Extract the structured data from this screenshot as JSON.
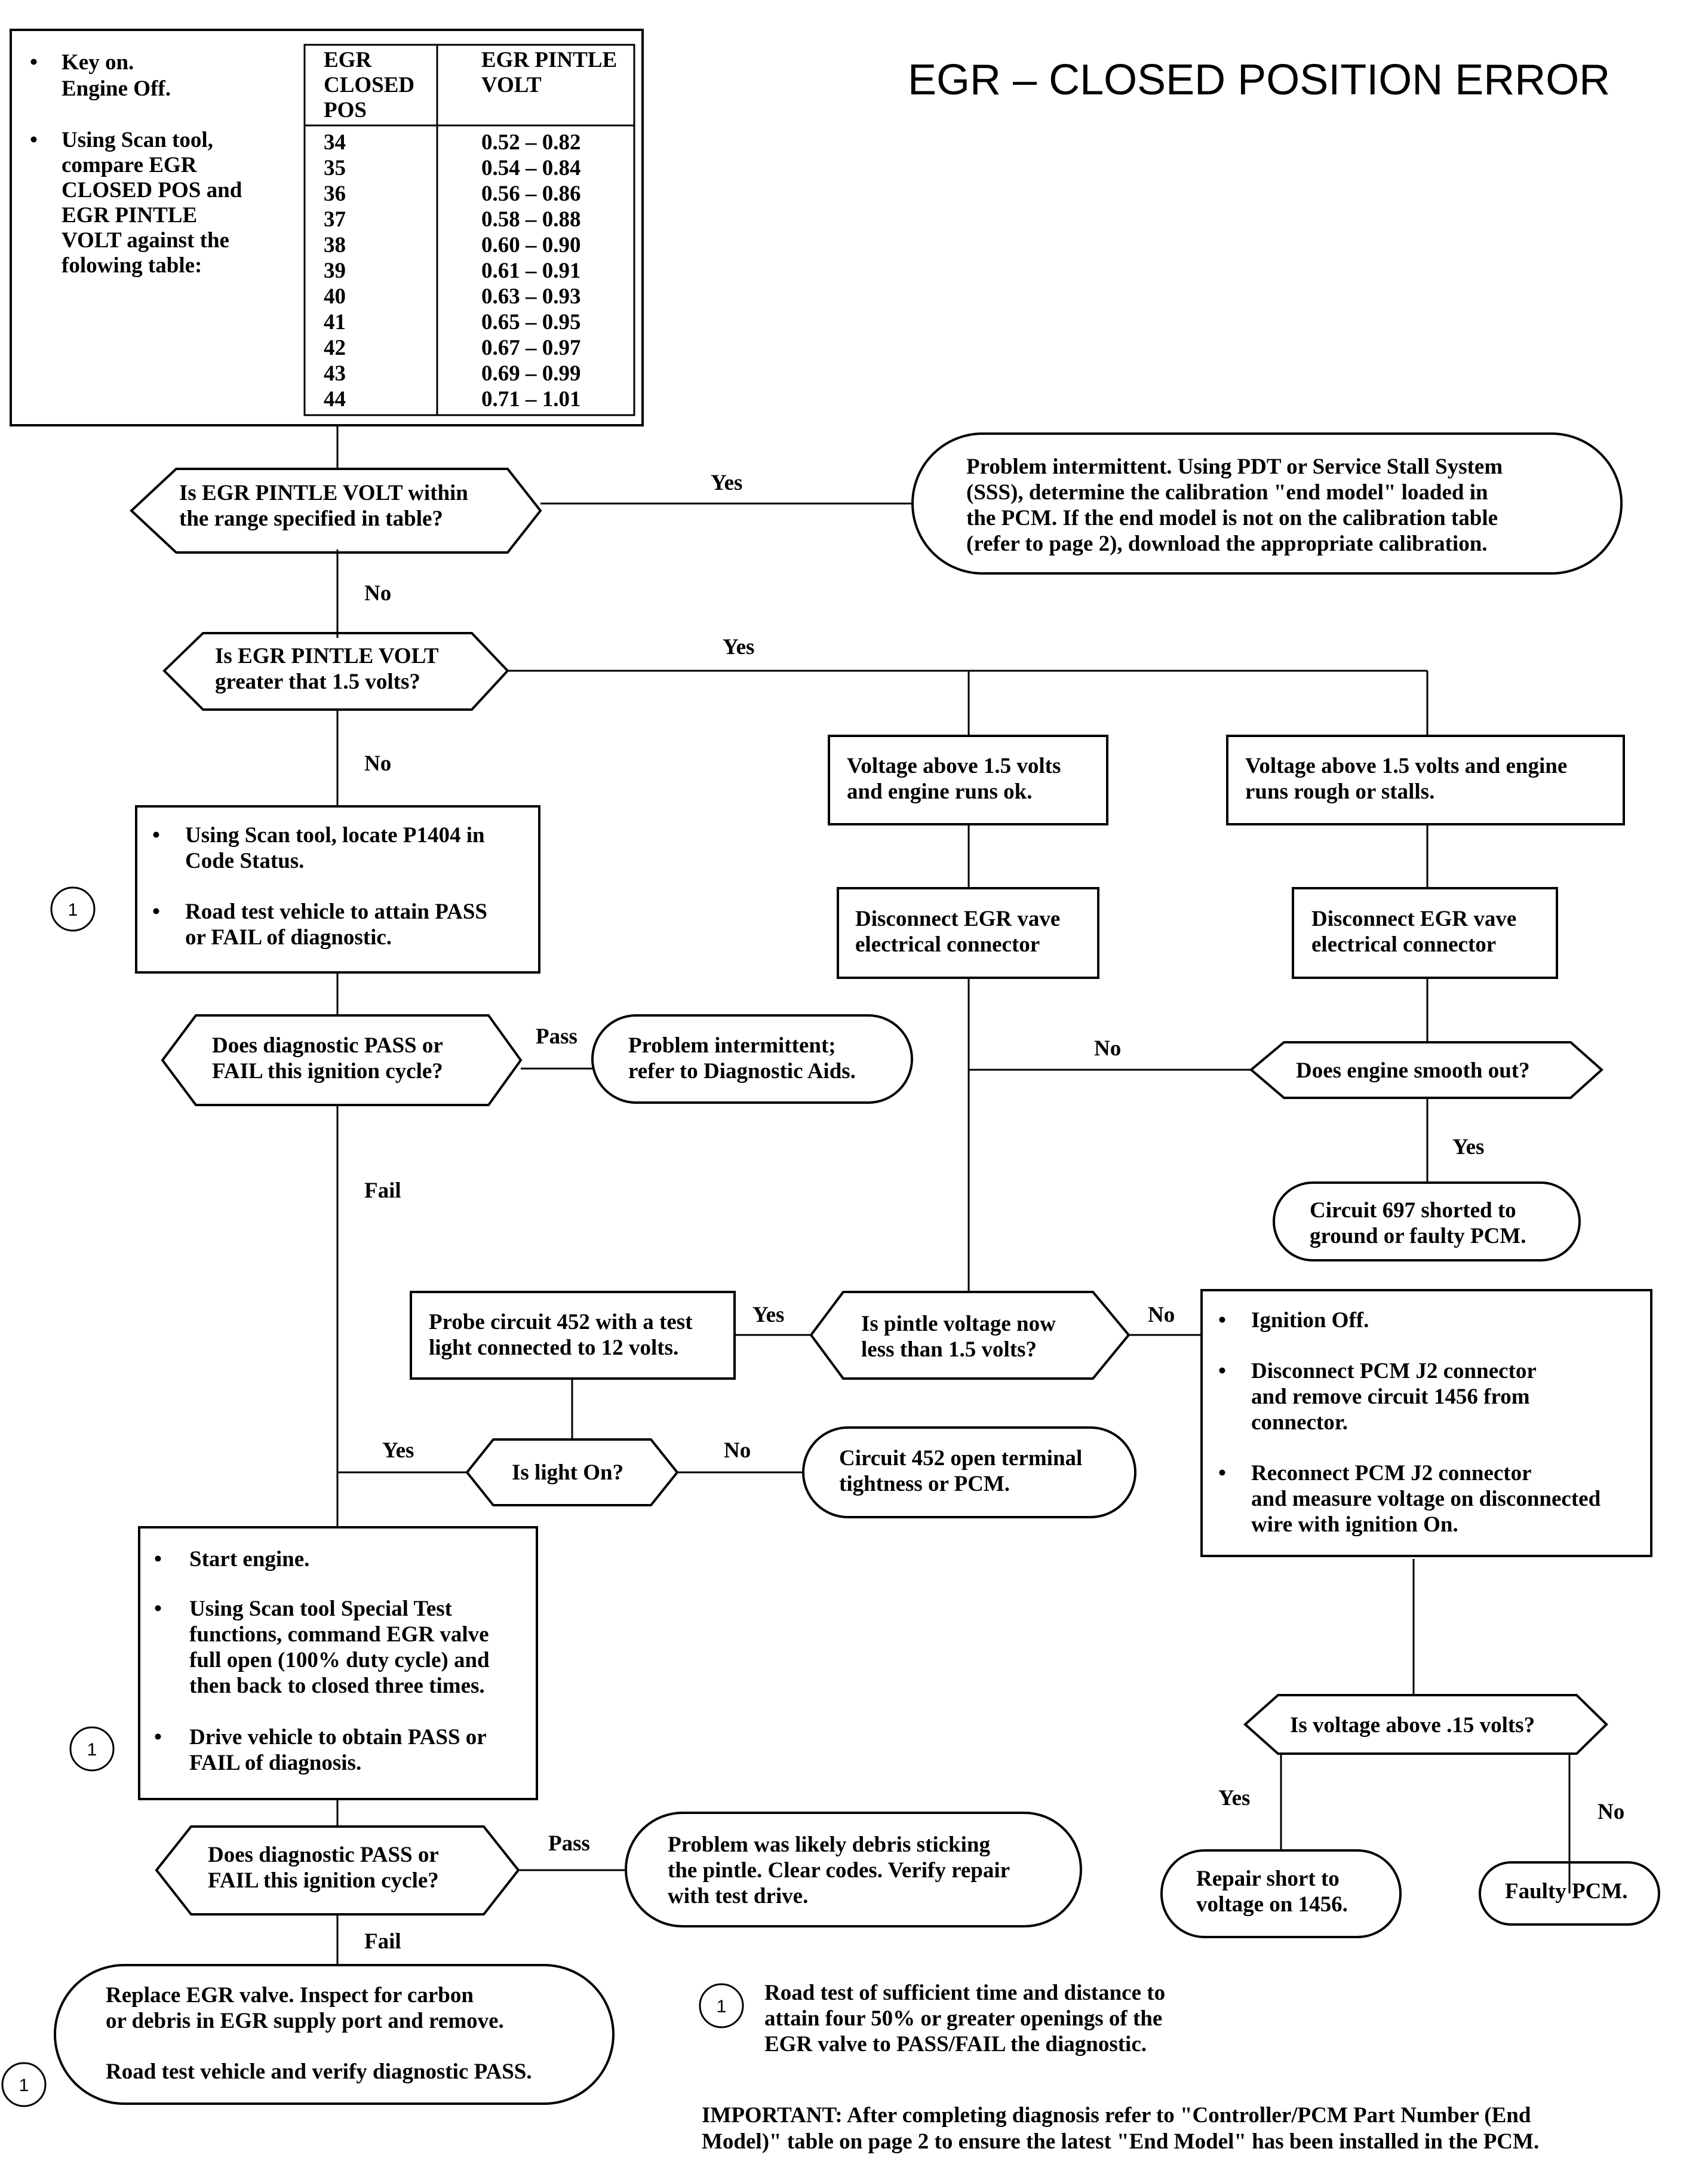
{
  "title": "EGR – CLOSED POSITION ERROR",
  "start_box": {
    "bullets": [
      [
        "Key on.",
        "Engine Off."
      ],
      [
        "Using Scan tool,",
        "compare EGR",
        "CLOSED POS and",
        "EGR PINTLE",
        "VOLT against the",
        "folowing table:"
      ]
    ],
    "table": {
      "header_left": [
        "EGR",
        "CLOSED",
        "POS"
      ],
      "header_right": [
        "EGR PINTLE",
        "VOLT"
      ],
      "rows": [
        [
          "34",
          "0.52 – 0.82"
        ],
        [
          "35",
          "0.54 – 0.84"
        ],
        [
          "36",
          "0.56 – 0.86"
        ],
        [
          "37",
          "0.58 – 0.88"
        ],
        [
          "38",
          "0.60 – 0.90"
        ],
        [
          "39",
          "0.61 – 0.91"
        ],
        [
          "40",
          "0.63 – 0.93"
        ],
        [
          "41",
          "0.65 – 0.95"
        ],
        [
          "42",
          "0.67 – 0.97"
        ],
        [
          "43",
          "0.69 – 0.99"
        ],
        [
          "44",
          "0.71 – 1.01"
        ]
      ]
    }
  },
  "d1": [
    "Is EGR PINTLE VOLT within",
    "the range specified in table?"
  ],
  "t1": [
    "Problem intermittent. Using PDT or Service Stall System",
    "(SSS), determine the calibration \"end model\" loaded in",
    "the PCM. If the end model is not on the calibration table",
    "(refer to page 2), download the appropriate calibration."
  ],
  "d2": [
    "Is EGR PINTLE VOLT",
    "greater that 1.5 volts?"
  ],
  "b_ok": [
    "Voltage above 1.5 volts",
    "and engine runs ok."
  ],
  "b_rough": [
    "Voltage above 1.5 volts and engine",
    "runs rough or stalls."
  ],
  "b_disc1": [
    "Disconnect EGR vave",
    "electrical connector"
  ],
  "b_disc2": [
    "Disconnect EGR vave",
    "electrical connector"
  ],
  "b_scan1": {
    "bullets": [
      [
        "Using Scan tool, locate P1404 in",
        "Code Status."
      ],
      [
        "Road test vehicle to attain PASS",
        "or FAIL of diagnostic."
      ]
    ]
  },
  "d3": [
    "Does diagnostic PASS or",
    "FAIL this ignition cycle?"
  ],
  "t2": [
    "Problem intermittent;",
    "refer to Diagnostic Aids."
  ],
  "d_smooth": [
    "Does engine smooth out?"
  ],
  "t_697": [
    "Circuit 697 shorted to",
    "ground or faulty PCM."
  ],
  "b_probe": [
    "Probe circuit 452 with a test",
    "light connected to 12 volts."
  ],
  "d_pintle": [
    "Is pintle voltage now",
    "less than 1.5 volts?"
  ],
  "b_ign": {
    "bullets": [
      [
        "Ignition Off."
      ],
      [
        "Disconnect PCM J2 connector",
        "and remove circuit 1456 from",
        "connector."
      ],
      [
        "Reconnect PCM J2 connector",
        "and measure voltage on disconnected",
        "wire with ignition On."
      ]
    ]
  },
  "d_light": [
    "Is light On?"
  ],
  "t_452": [
    "Circuit 452 open terminal",
    "tightness or PCM."
  ],
  "b_start": {
    "bullets": [
      [
        "Start engine."
      ],
      [
        "Using Scan tool Special Test",
        "functions, command EGR valve",
        "full open (100% duty cycle) and",
        "then back to closed three times."
      ],
      [
        "Drive vehicle to obtain PASS or",
        "FAIL of diagnosis."
      ]
    ]
  },
  "d_volt15": [
    "Is voltage above .15 volts?"
  ],
  "t_short": [
    "Repair short to",
    "voltage on 1456."
  ],
  "t_pcm": [
    "Faulty PCM."
  ],
  "d4": [
    "Does diagnostic PASS or",
    "FAIL this ignition cycle?"
  ],
  "t3": [
    "Problem was likely debris sticking",
    "the pintle. Clear codes. Verify repair",
    "with test drive."
  ],
  "t_replace": [
    "Replace EGR valve. Inspect for carbon",
    "or debris in EGR supply port and remove.",
    "",
    "Road test vehicle and verify diagnostic PASS."
  ],
  "footnote": [
    "Road test of sufficient time and distance to",
    "attain four 50% or greater openings of the",
    "EGR valve to PASS/FAIL the diagnostic."
  ],
  "important": [
    "IMPORTANT:  After completing diagnosis refer to \"Controller/PCM Part Number (End",
    "Model)\" table on page 2 to ensure the latest \"End Model\" has been installed in the PCM."
  ],
  "labels": {
    "yes": "Yes",
    "no": "No",
    "pass": "Pass",
    "fail": "Fail",
    "ref_num": "1"
  }
}
